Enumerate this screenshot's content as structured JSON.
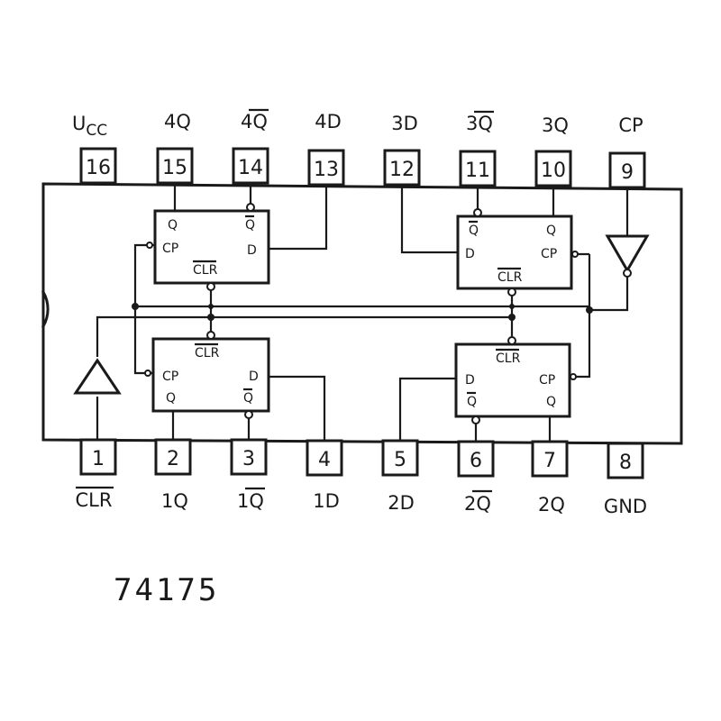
{
  "part_number": "74175",
  "top_pins": [
    {
      "num": "16",
      "label": "U",
      "label_sub": "CC",
      "overline": false
    },
    {
      "num": "15",
      "label": "4Q",
      "overline": false
    },
    {
      "num": "14",
      "label": "4Q",
      "overline": true
    },
    {
      "num": "13",
      "label": "4D",
      "overline": false
    },
    {
      "num": "12",
      "label": "3D",
      "overline": false
    },
    {
      "num": "11",
      "label": "3Q",
      "overline": true
    },
    {
      "num": "10",
      "label": "3Q",
      "overline": false
    },
    {
      "num": "9",
      "label": "CP",
      "overline": false
    }
  ],
  "bottom_pins": [
    {
      "num": "1",
      "label": "CLR",
      "overline": true
    },
    {
      "num": "2",
      "label": "1Q",
      "overline": false
    },
    {
      "num": "3",
      "label": "1Q",
      "overline": true
    },
    {
      "num": "4",
      "label": "1D",
      "overline": false
    },
    {
      "num": "5",
      "label": "2D",
      "overline": false
    },
    {
      "num": "6",
      "label": "2Q",
      "overline": true
    },
    {
      "num": "7",
      "label": "2Q",
      "overline": false
    },
    {
      "num": "8",
      "label": "GND",
      "overline": false
    }
  ],
  "flipflops": {
    "ff4": {
      "q": "Q",
      "qn": "Q",
      "cp": "CP",
      "d": "D",
      "clr": "CLR"
    },
    "ff3": {
      "q": "Q",
      "qn": "Q",
      "cp": "CP",
      "d": "D",
      "clr": "CLR"
    },
    "ff1": {
      "q": "Q",
      "qn": "Q",
      "cp": "CP",
      "d": "D",
      "clr": "CLR"
    },
    "ff2": {
      "q": "Q",
      "qn": "Q",
      "cp": "CP",
      "d": "D",
      "clr": "CLR"
    }
  }
}
